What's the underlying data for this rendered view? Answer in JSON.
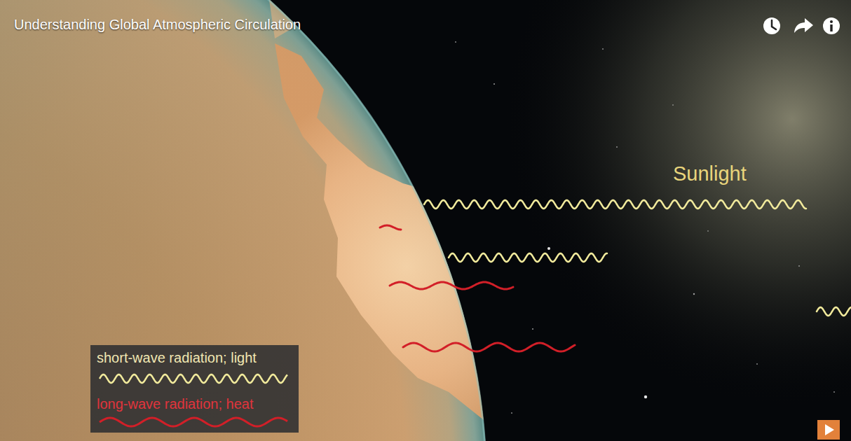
{
  "diagram": {
    "title": "Understanding Global Atmospheric Circulation",
    "labels": [
      "Sunlight"
    ],
    "legend": [
      {
        "text": "short-wave radiation; light"
      },
      {
        "text": "long-wave radiation; heat"
      }
    ]
  }
}
